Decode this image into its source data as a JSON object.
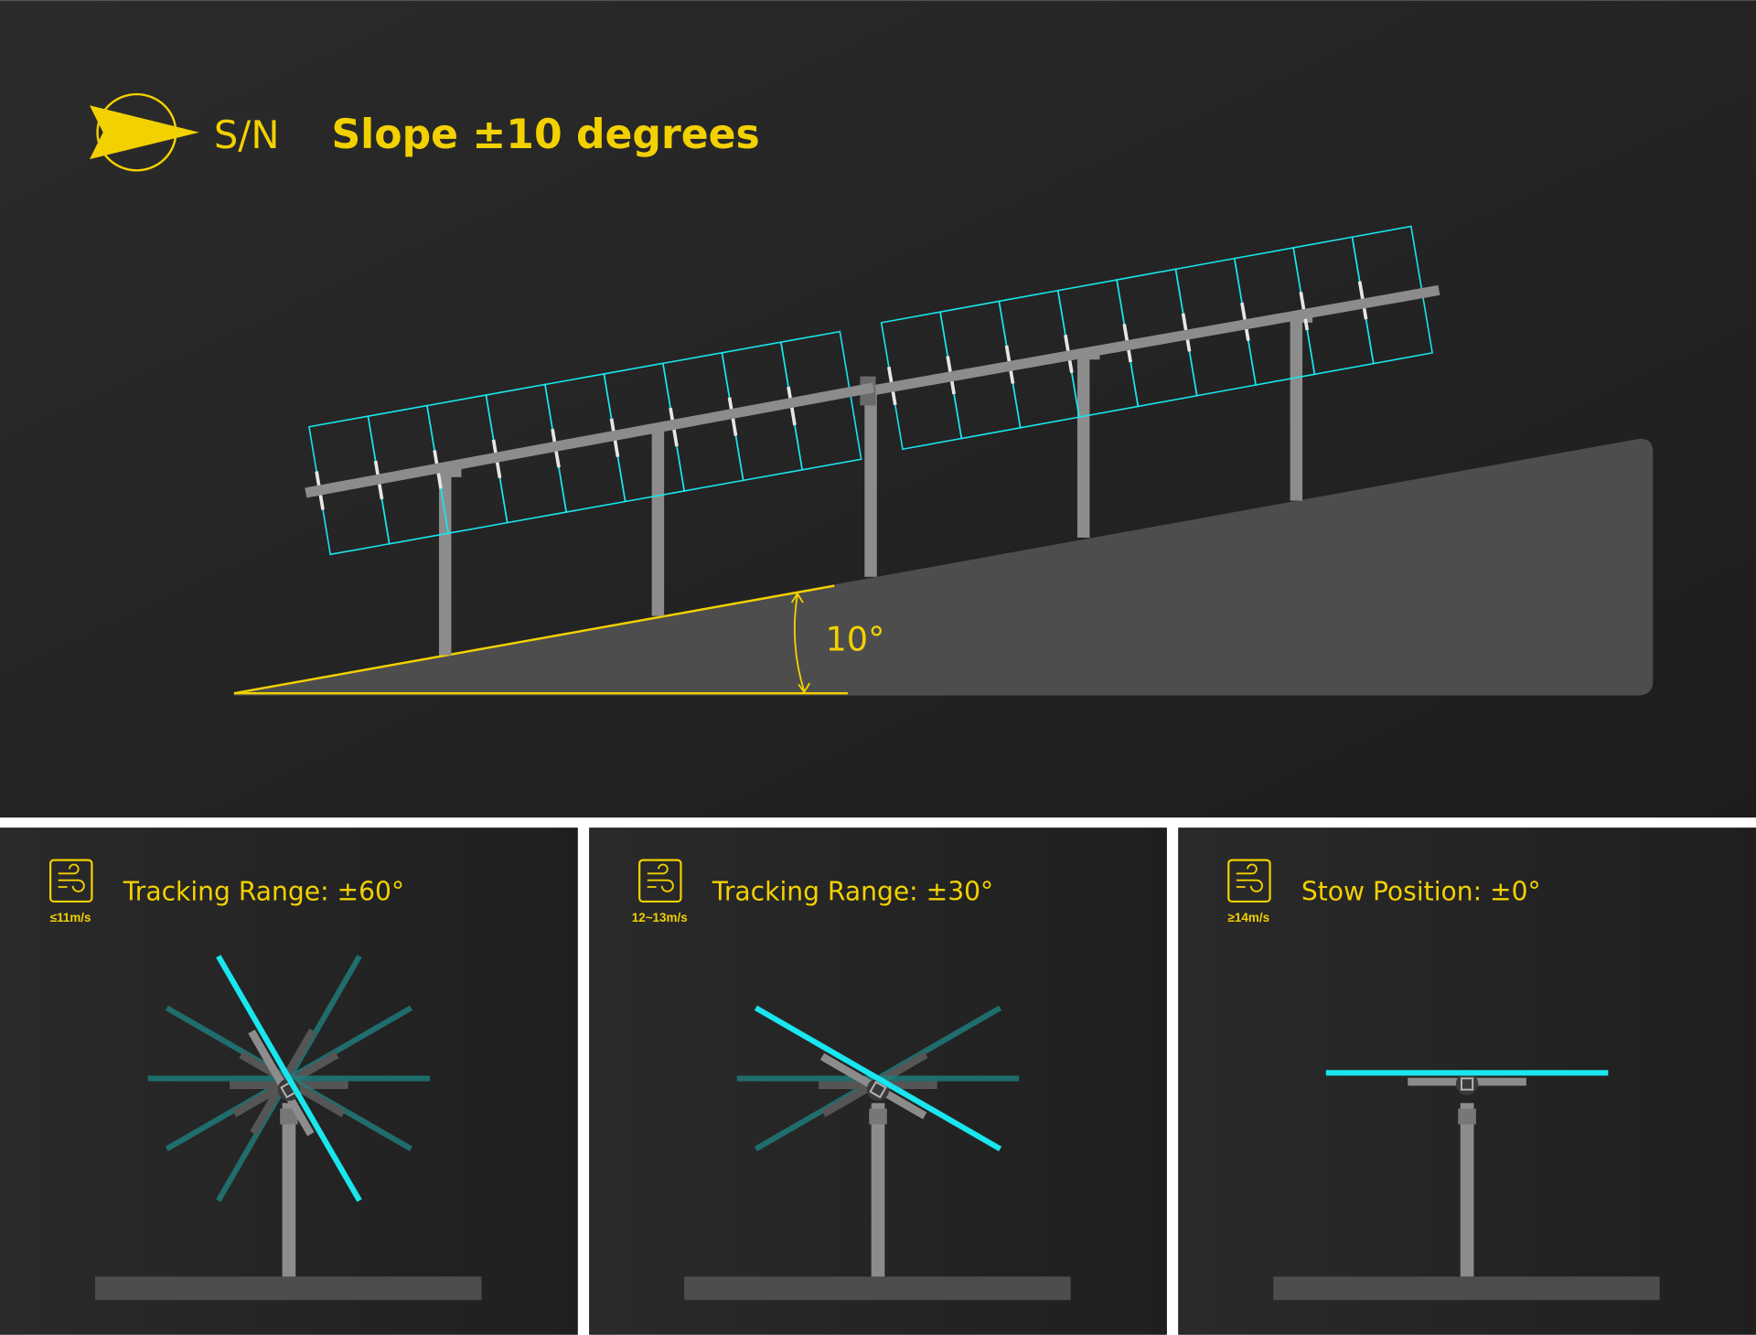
{
  "header": {
    "direction_label": "S/N",
    "title": "Slope ±10 degrees",
    "icon": "compass-arrow-icon"
  },
  "slope_diagram": {
    "angle_label": "10°",
    "slope_degrees": 10
  },
  "panels": [
    {
      "wind_speed": "≤11m/s",
      "caption": "Tracking Range: ±60°",
      "icon": "wind-icon",
      "range_degrees": 60,
      "highlight_angle": 60
    },
    {
      "wind_speed": "12~13m/s",
      "caption": "Tracking Range: ±30°",
      "icon": "wind-icon",
      "range_degrees": 30,
      "highlight_angle": 30
    },
    {
      "wind_speed": "≥14m/s",
      "caption": "Stow Position: ±0°",
      "icon": "wind-icon",
      "range_degrees": 0,
      "highlight_angle": 0
    }
  ],
  "colors": {
    "accent": "#f3d100",
    "panel": "#19e6ee",
    "background": "#262626"
  }
}
